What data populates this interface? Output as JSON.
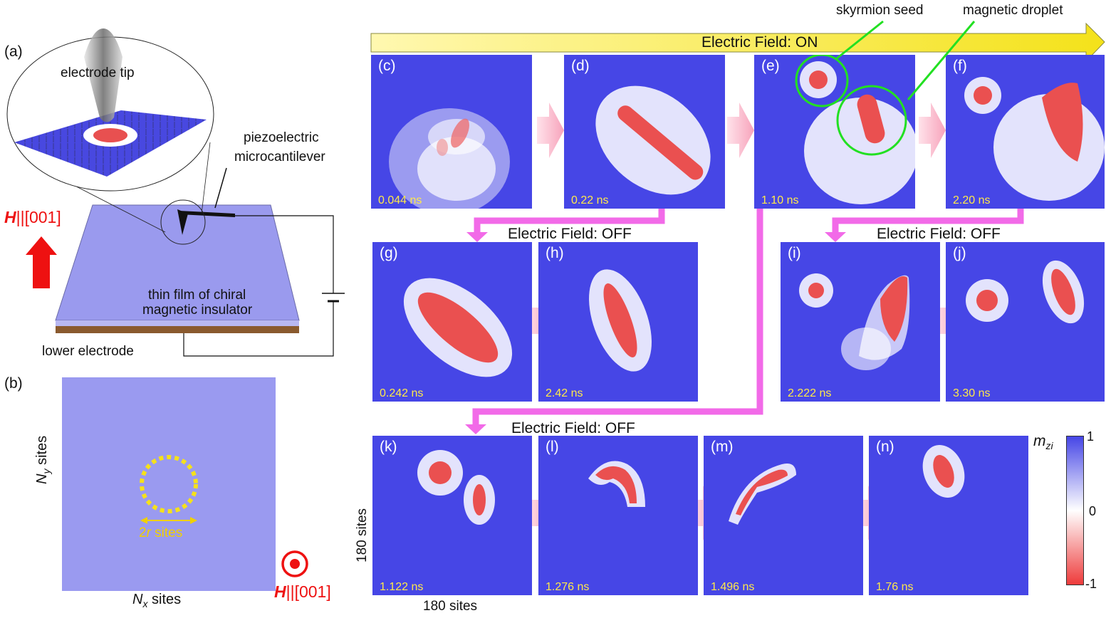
{
  "left": {
    "label_a": "(a)",
    "label_b": "(b)",
    "electrode_tip": "electrode tip",
    "cantilever_1": "piezoelectric",
    "cantilever_2": "microcantilever",
    "film_1": "thin film of chiral",
    "film_2": "magnetic insulator",
    "lower_electrode": "lower electrode",
    "field_bold": "H",
    "field_rest": "||[001]",
    "ny_var": "N",
    "ny_sub": "y",
    "ny_rest": " sites",
    "nx_var": "N",
    "nx_sub": "x",
    "nx_rest": " sites",
    "two_r_a": "2",
    "two_r_var": "r",
    "two_r_b": " sites"
  },
  "headers": {
    "on": "Electric Field: ON",
    "off_top": "Electric Field: OFF",
    "off_right": "Electric Field: OFF",
    "off_bottom": "Electric Field: OFF"
  },
  "annotations": {
    "seed": "skyrmion seed",
    "droplet": "magnetic droplet"
  },
  "axes": {
    "y_sites": "180 sites",
    "x_sites": "180 sites"
  },
  "colorbar": {
    "title_var": "m",
    "title_sub": "zi",
    "tick_max": "1",
    "tick_mid": "0",
    "tick_min": "-1",
    "colors": [
      "#4646e6",
      "#ffffff",
      "#ee3b3b"
    ]
  },
  "panels": {
    "c": {
      "tag": "(c)",
      "time": "0.044 ns"
    },
    "d": {
      "tag": "(d)",
      "time": "0.22 ns"
    },
    "e": {
      "tag": "(e)",
      "time": "1.10 ns"
    },
    "f": {
      "tag": "(f)",
      "time": "2.20 ns"
    },
    "g": {
      "tag": "(g)",
      "time": "0.242 ns"
    },
    "h": {
      "tag": "(h)",
      "time": "2.42 ns"
    },
    "i": {
      "tag": "(i)",
      "time": "2.222 ns"
    },
    "j": {
      "tag": "(j)",
      "time": "3.30 ns"
    },
    "k": {
      "tag": "(k)",
      "time": "1.122 ns"
    },
    "l": {
      "tag": "(l)",
      "time": "1.276 ns"
    },
    "m": {
      "tag": "(m)",
      "time": "1.496 ns"
    },
    "n": {
      "tag": "(n)",
      "time": "1.76 ns"
    }
  }
}
